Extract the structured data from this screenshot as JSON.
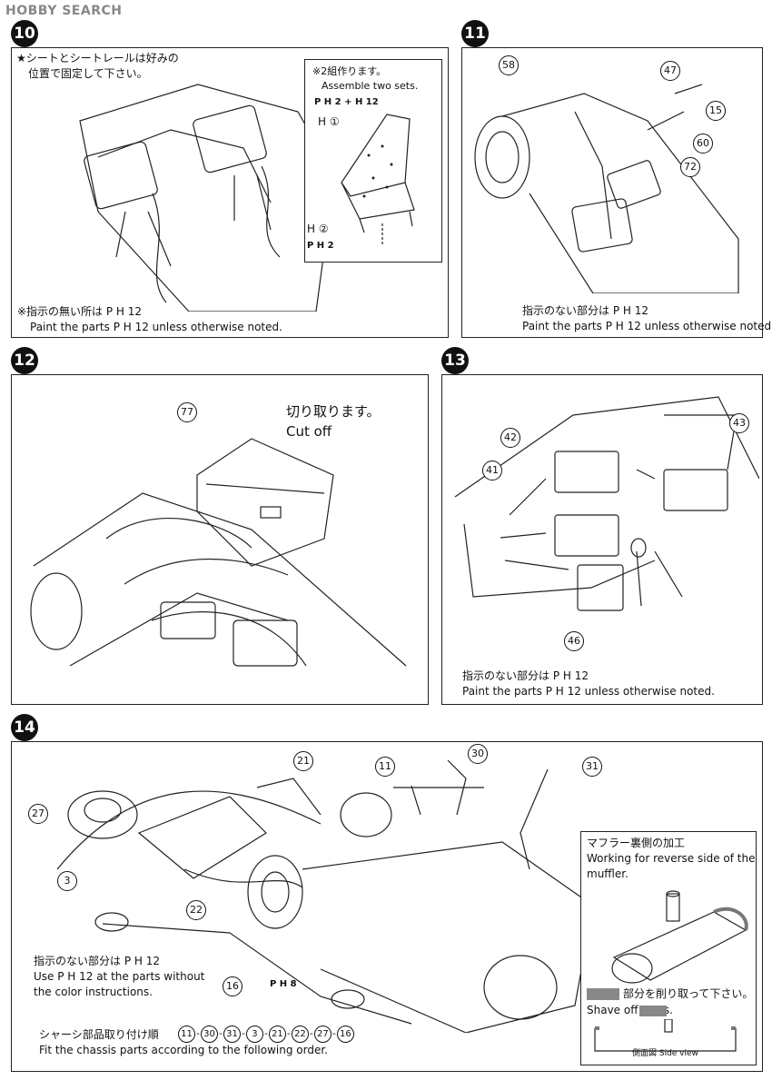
{
  "header": {
    "logo": "HOBBY SEARCH"
  },
  "step10": {
    "num": "10",
    "note_jp": "★シートとシートレールは好みの",
    "note_jp2": "位置で固定して下さい。",
    "inset_jp": "※2組作ります。",
    "inset_en": "Assemble two sets.",
    "inset_paint": "P H 2 + H 12",
    "label_h1": "H ①",
    "label_h2": "H ②",
    "label_ph2": "P H 2",
    "footer_jp": "※指示の無い所は P H 12",
    "footer_en": "Paint the parts P H 12 unless otherwise noted."
  },
  "step11": {
    "num": "11",
    "parts": [
      "58",
      "47",
      "15",
      "60",
      "72"
    ],
    "footer_jp": "指示のない部分は P H 12",
    "footer_en": "Paint the parts P H 12  unless otherwise noted."
  },
  "step12": {
    "num": "12",
    "part": "77",
    "cut_jp": "切り取ります。",
    "cut_en": "Cut off"
  },
  "step13": {
    "num": "13",
    "parts": [
      "42",
      "43",
      "41",
      "46"
    ],
    "footer_jp": "指示のない部分は P H 12",
    "footer_en": "Paint the parts P H 12 unless otherwise noted."
  },
  "step14": {
    "num": "14",
    "parts": [
      "21",
      "11",
      "30",
      "31",
      "27",
      "3",
      "22",
      "16"
    ],
    "paint_label": "P H 8",
    "note_jp": "指示のない部分は P H 12",
    "note_en1": "Use P H 12  at the parts without",
    "note_en2": "the color instructions.",
    "order_jp": "シャーシ部品取り付け順",
    "order_seq": [
      "11",
      "30",
      "31",
      "3",
      "21",
      "22",
      "27",
      "16"
    ],
    "order_en": "Fit the chassis parts according to the following order.",
    "muffler_jp": "マフラー裏側の加工",
    "muffler_en1": "Working for reverse side of the",
    "muffler_en2": "muffler.",
    "shave_jp": "部分を削り取って下さい。",
    "shave_en": "Shave off       parts.",
    "side_view": "側面図 Side view"
  }
}
